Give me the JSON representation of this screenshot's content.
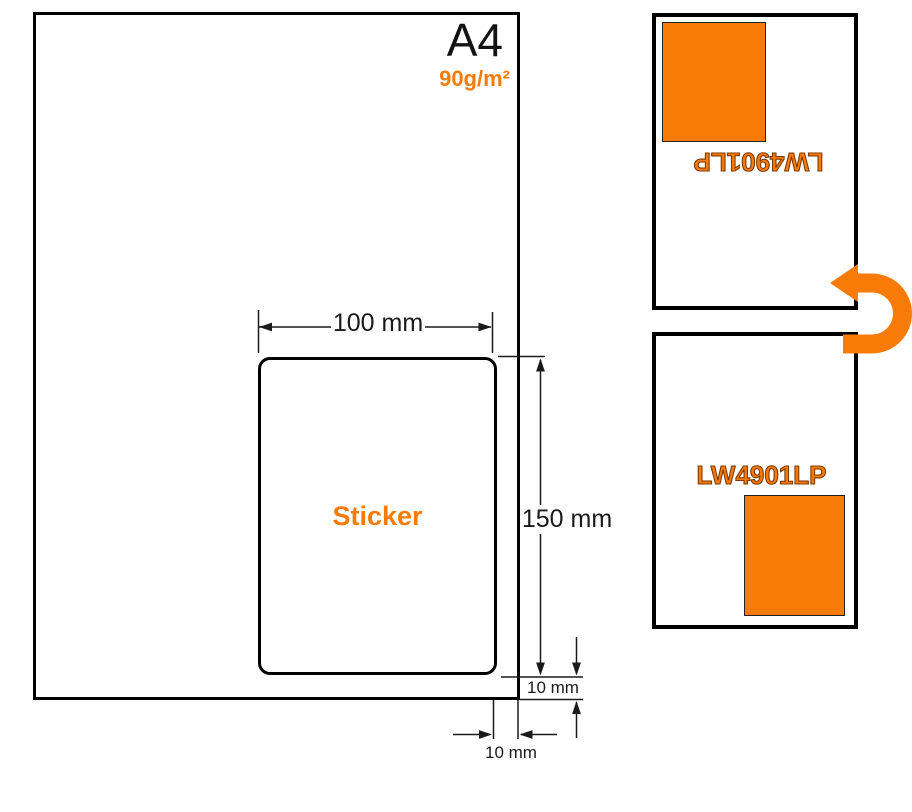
{
  "colors": {
    "orange": "#F97B07",
    "code_outline": "#7C3A02",
    "dimension_line": "#1a1a1a"
  },
  "paper": {
    "format": "A4",
    "weight": "90g/m²",
    "sticker_label": "Sticker"
  },
  "dimensions": {
    "width": "100 mm",
    "height": "150 mm",
    "bottom_margin": "10 mm",
    "right_margin": "10 mm"
  },
  "sheets": {
    "back": {
      "product_code": "LW4901LP"
    },
    "front": {
      "product_code": "LW4901LP"
    }
  },
  "icons": {
    "flip_arrow": "u-turn-flip-arrow"
  }
}
